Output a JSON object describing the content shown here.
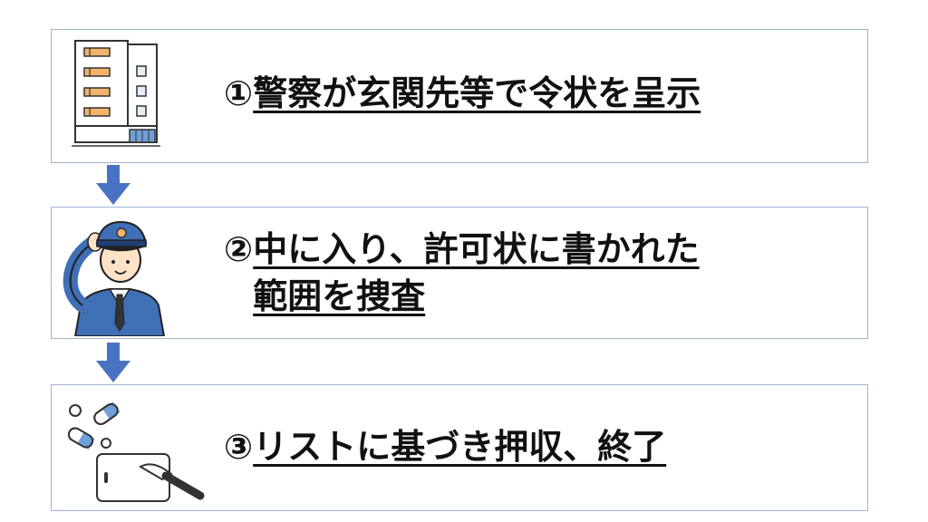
{
  "steps": [
    {
      "number": "①",
      "text": "警察が玄関先等で令状を呈示",
      "icon": "building-icon"
    },
    {
      "number": "②",
      "line1": "中に入り、許可状に書かれた",
      "line2": "範囲を捜査",
      "icon": "police-officer-icon"
    },
    {
      "number": "③",
      "text": "リストに基づき押収、終了",
      "icon": "pills-and-knife-icon"
    }
  ],
  "colors": {
    "border": "#9fb3d6",
    "arrow": "#4a72c4",
    "uniform": "#3f6fb5",
    "orange": "#f3b36a"
  }
}
